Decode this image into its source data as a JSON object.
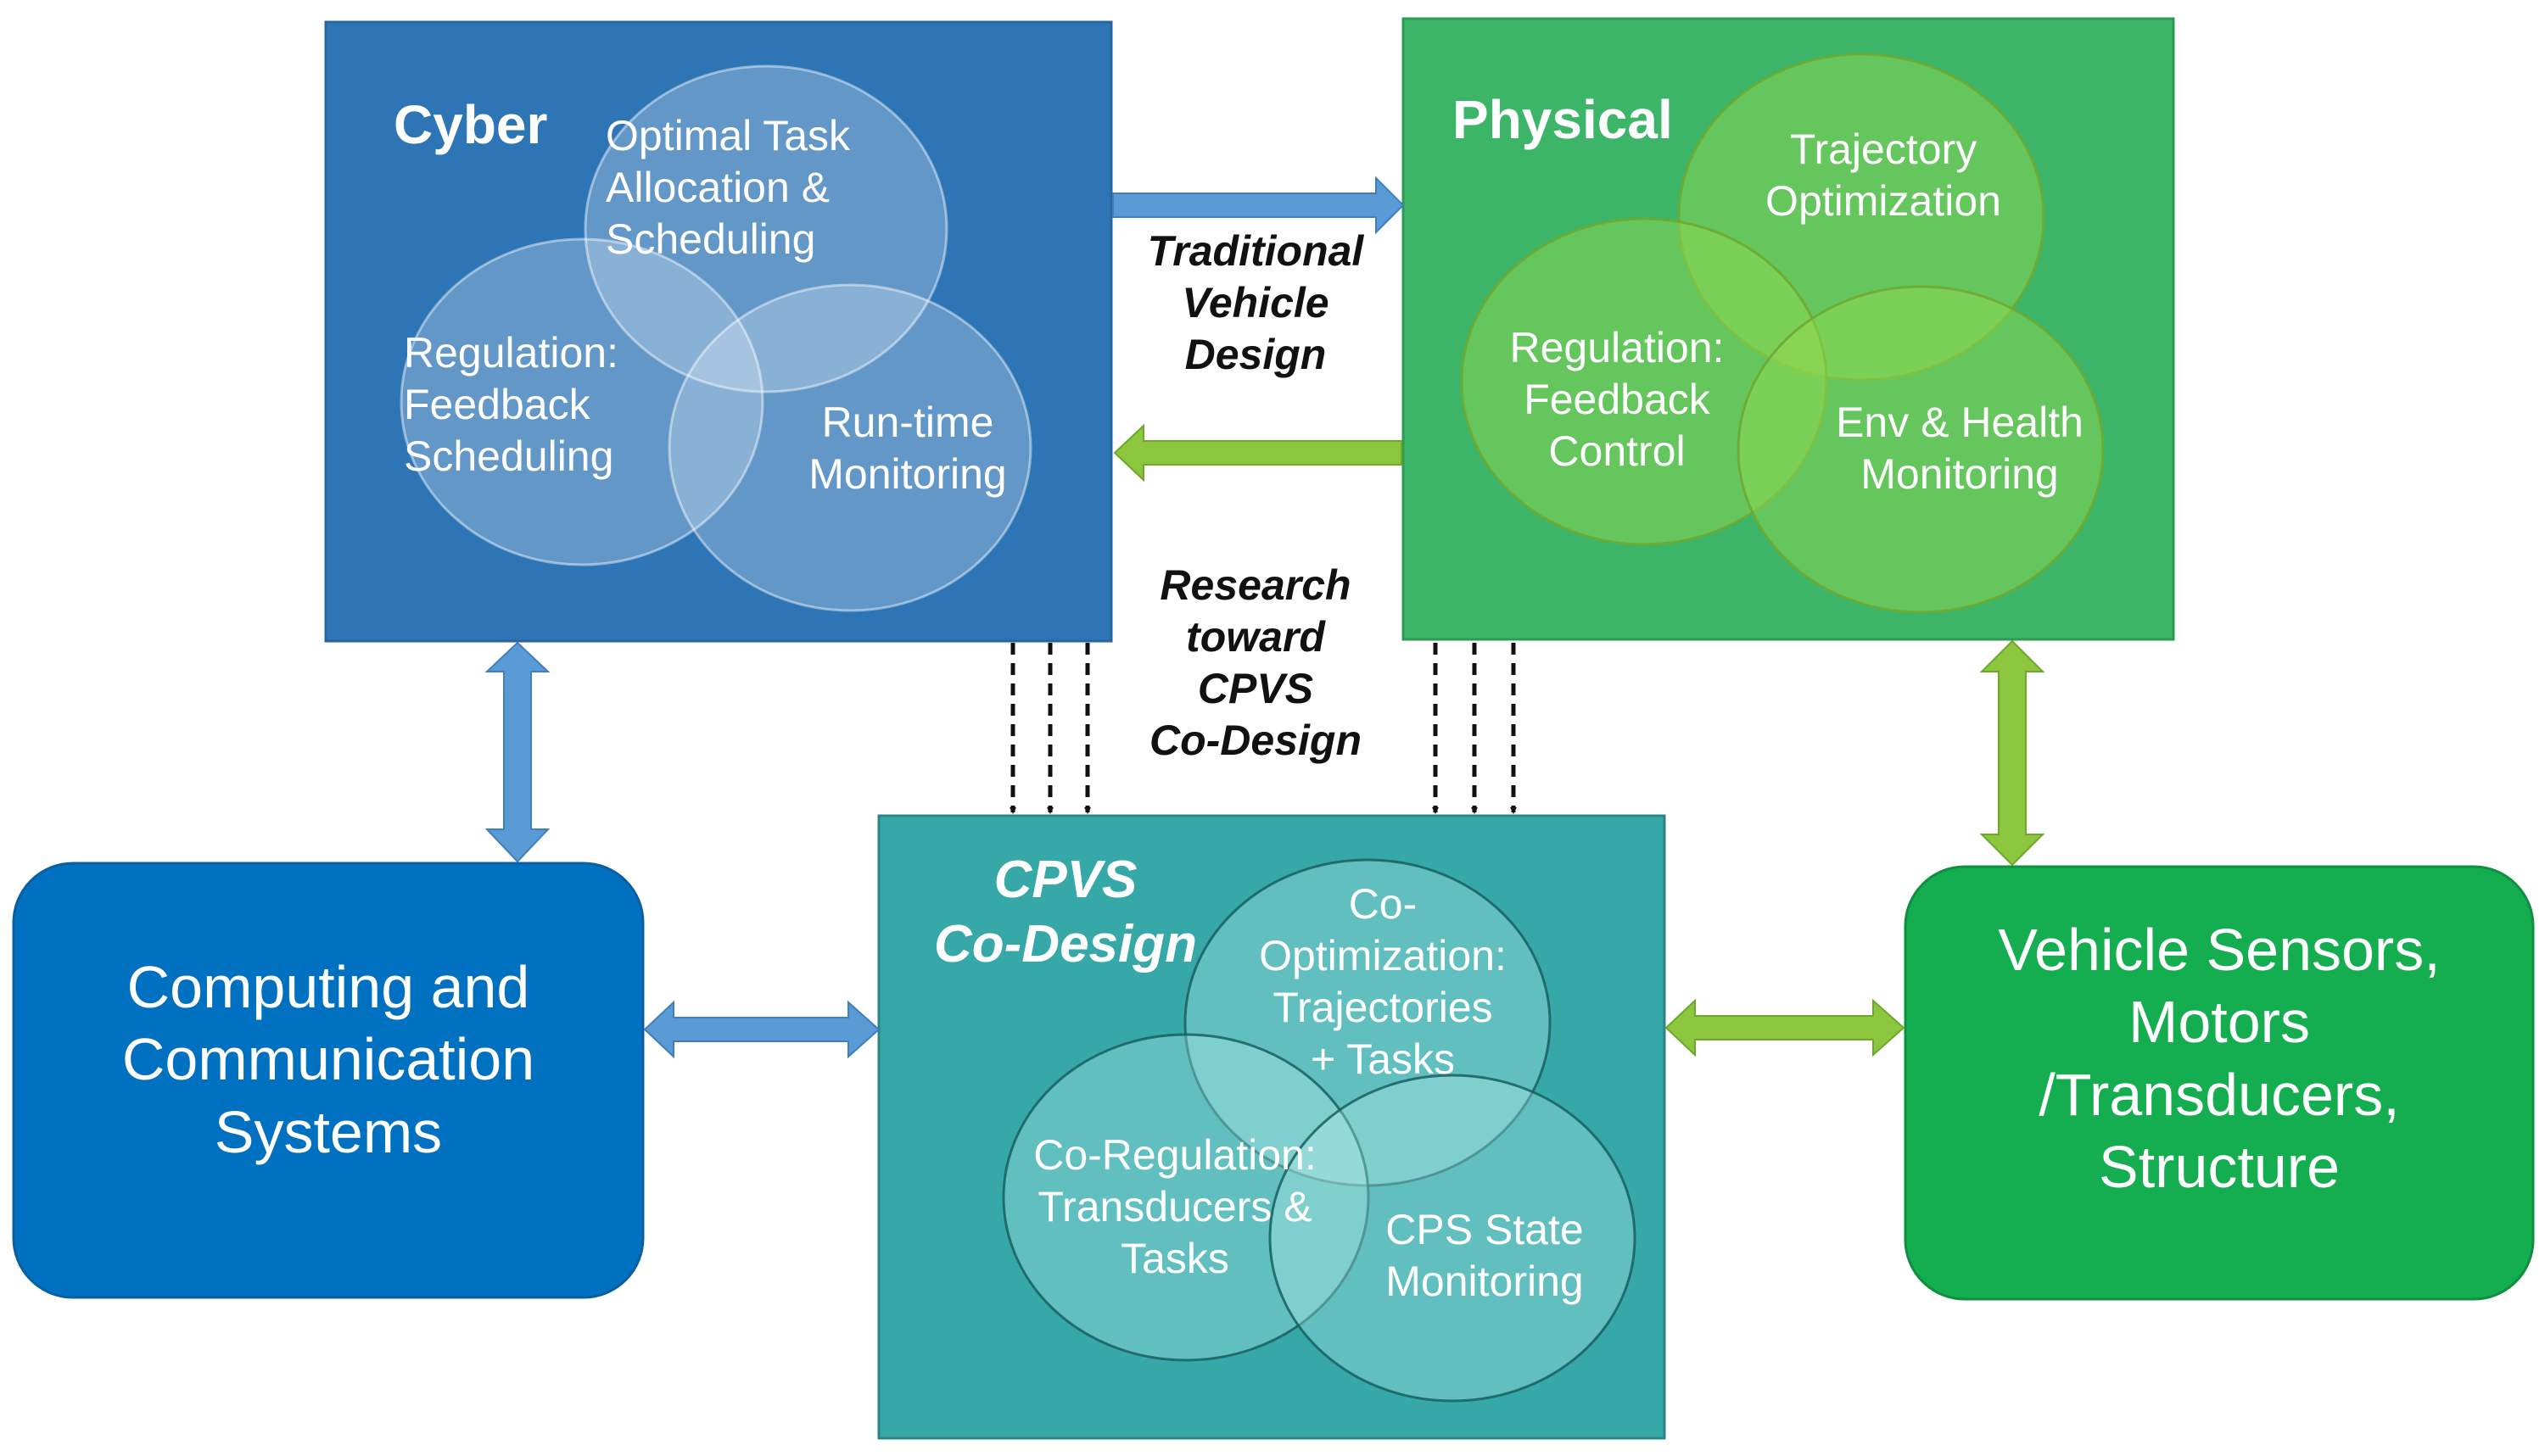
{
  "colors": {
    "cyber_fill": "#2e75b6",
    "physical_fill": "#3cb568",
    "codesign_fill": "#36a8a8",
    "computing_fill": "#0070c0",
    "sensors_fill": "#14ad50",
    "blue_arrow": "#5b9bd5",
    "green_arrow": "#8cc63f"
  },
  "cyber": {
    "title": "Cyber",
    "circle_top": "Optimal Task\nAllocation &\n Scheduling",
    "circle_left": "Regulation:\nFeedback\n Scheduling",
    "circle_right": "Run-time\nMonitoring"
  },
  "physical": {
    "title": "Physical",
    "circle_top": "Trajectory\nOptimization",
    "circle_left": "Regulation:\nFeedback\n Control",
    "circle_right": "Env & Health\n Monitoring"
  },
  "codesign": {
    "title": "CPVS\nCo-Design",
    "circle_top": "Co-\nOptimization:\nTrajectories\n+ Tasks",
    "circle_left": "Co-Regulation:\nTransducers &\nTasks",
    "circle_right": "CPS State\nMonitoring"
  },
  "labels": {
    "traditional": "Traditional\nVehicle\nDesign",
    "research": "Research\ntoward\nCPVS\nCo-Design"
  },
  "computing": {
    "text": "Computing and\nCommunication\nSystems"
  },
  "sensors": {
    "text": "Vehicle Sensors,\nMotors\n/Transducers,\nStructure"
  }
}
